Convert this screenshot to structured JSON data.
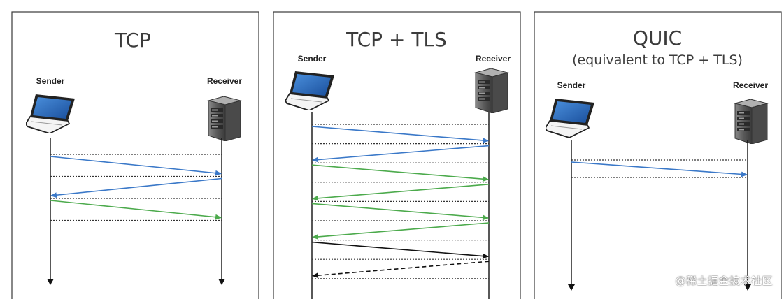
{
  "panels": [
    {
      "id": "tcp",
      "title": "TCP",
      "subtitle": "",
      "sender_label": "Sender",
      "receiver_label": "Receiver",
      "messages": [
        {
          "dir": "right",
          "color": "#3a78c8",
          "style": "solid"
        },
        {
          "dir": "left",
          "color": "#3a78c8",
          "style": "solid"
        },
        {
          "dir": "right",
          "color": "#4caa4c",
          "style": "solid"
        }
      ]
    },
    {
      "id": "tcp-tls",
      "title": "TCP + TLS",
      "subtitle": "",
      "sender_label": "Sender",
      "receiver_label": "Receiver",
      "messages": [
        {
          "dir": "right",
          "color": "#3a78c8",
          "style": "solid"
        },
        {
          "dir": "left",
          "color": "#3a78c8",
          "style": "solid"
        },
        {
          "dir": "right",
          "color": "#4caa4c",
          "style": "solid"
        },
        {
          "dir": "left",
          "color": "#4caa4c",
          "style": "solid"
        },
        {
          "dir": "right",
          "color": "#4caa4c",
          "style": "solid"
        },
        {
          "dir": "left",
          "color": "#4caa4c",
          "style": "solid"
        },
        {
          "dir": "right",
          "color": "#111111",
          "style": "solid"
        },
        {
          "dir": "left",
          "color": "#111111",
          "style": "dashed"
        }
      ]
    },
    {
      "id": "quic",
      "title": "QUIC",
      "subtitle": "(equivalent to TCP + TLS)",
      "sender_label": "Sender",
      "receiver_label": "Receiver",
      "messages": [
        {
          "dir": "right",
          "color": "#3a78c8",
          "style": "solid"
        }
      ]
    }
  ],
  "watermark": "@稀土掘金技术社区",
  "icons": [
    "laptop-icon",
    "server-icon"
  ]
}
